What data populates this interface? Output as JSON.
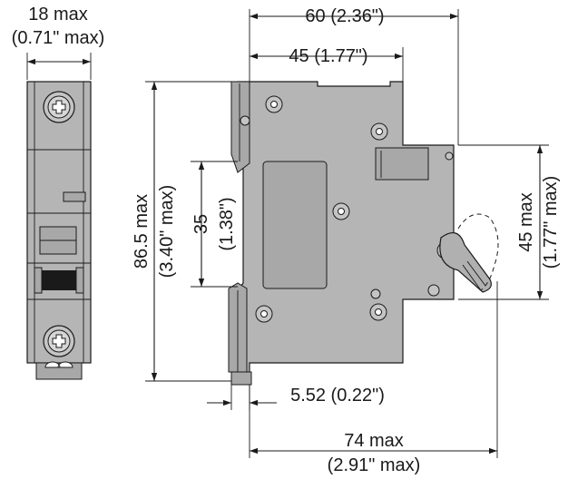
{
  "dimensions": {
    "front_width": {
      "value": "18 max",
      "inches": "(0.71\" max)"
    },
    "overall_depth": {
      "value": "60 (2.36\")"
    },
    "front_face_depth": {
      "value": "45 (1.77\")"
    },
    "overall_height": {
      "value": "86.5 max",
      "inches": "(3.40\" max)"
    },
    "rail_height": {
      "value": "35",
      "inches": "(1.38\")"
    },
    "front_height": {
      "value": "45 max",
      "inches": "(1.77\" max)"
    },
    "clip_offset": {
      "value": "5.52 (0.22\")"
    },
    "max_depth_with_toggle": {
      "value": "74 max",
      "inches": "(2.91\" max)"
    }
  }
}
